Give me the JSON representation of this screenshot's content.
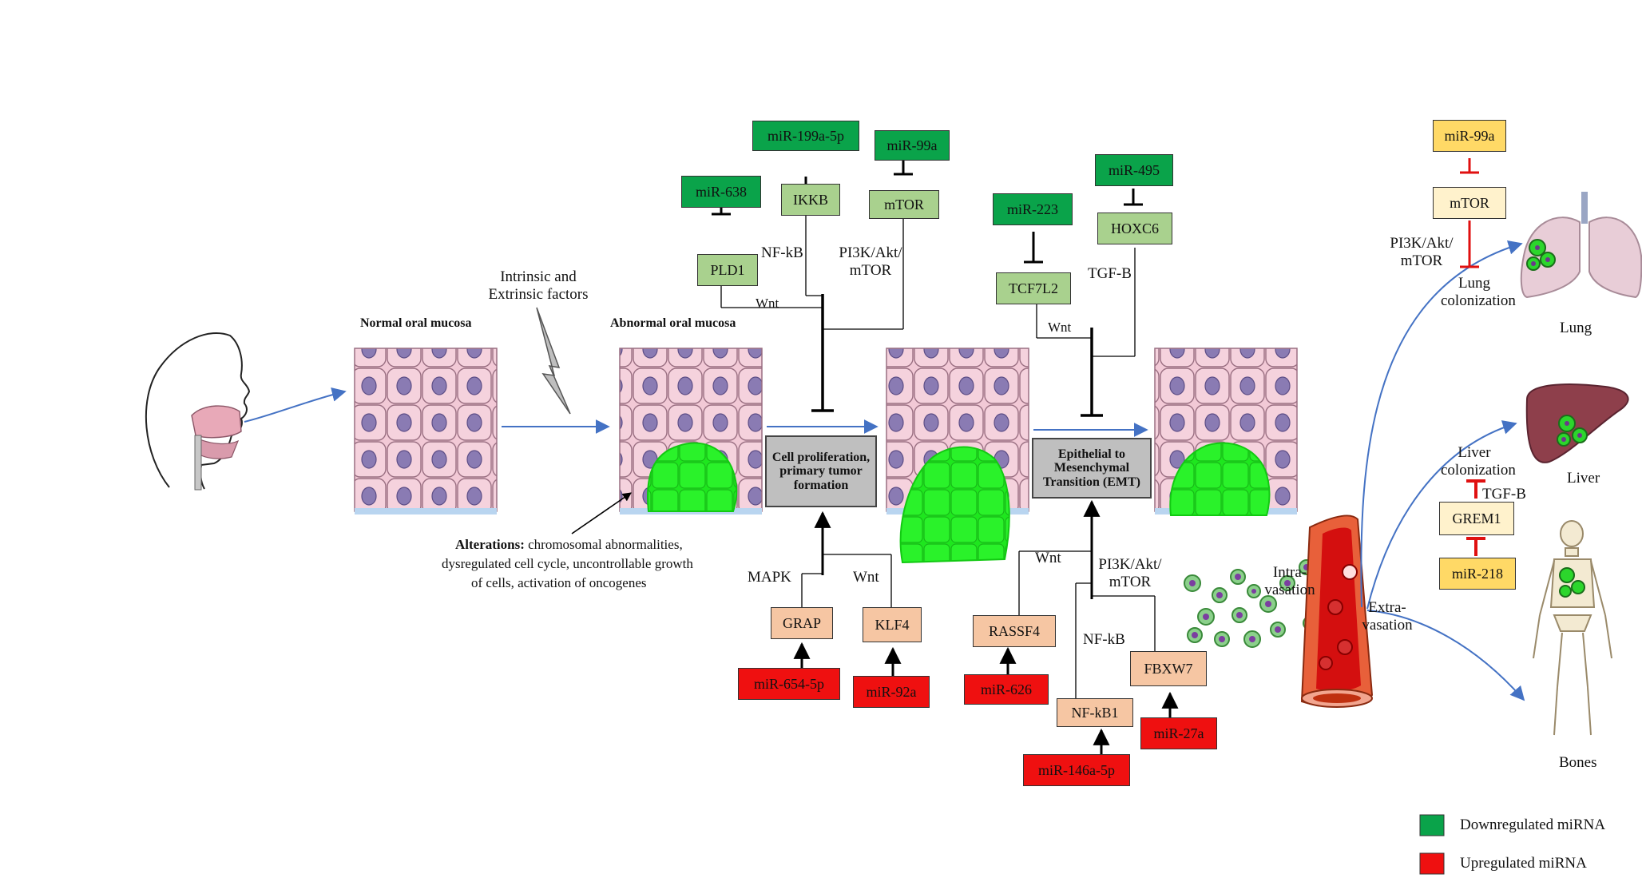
{
  "stages": {
    "normal": "Normal oral mucosa",
    "abnormal": "Abnormal oral mucosa"
  },
  "factors": "Intrinsic and Extrinsic factors",
  "alterations": {
    "heading": "Alterations:",
    "text1": "chromosomal abnormalities,",
    "text2": "dysregulated cell cycle, uncontrollable growth",
    "text3": "of cells, activation of oncogenes"
  },
  "processes": {
    "proliferation": "Cell proliferation, primary tumor formation",
    "emt": "Epithelial to Mesenchymal Transition (EMT)"
  },
  "boxes": {
    "mir638": "miR-638",
    "mir199": "miR-199a-5p",
    "mir99a": "miR-99a",
    "mir223": "miR-223",
    "mir495": "miR-495",
    "pld1": "PLD1",
    "ikkb": "IKKB",
    "mtor": "mTOR",
    "tcf7l2": "TCF7L2",
    "hoxc6": "HOXC6",
    "grap": "GRAP",
    "klf4": "KLF4",
    "rassf4": "RASSF4",
    "fbxw7": "FBXW7",
    "nfkb1": "NF-kB1",
    "mir654": "miR-654-5p",
    "mir92a": "miR-92a",
    "mir626": "miR-626",
    "mir146": "miR-146a-5p",
    "mir27a": "miR-27a",
    "met_mir99a": "miR-99a",
    "met_mtor": "mTOR",
    "met_grem1": "GREM1",
    "met_mir218": "miR-218"
  },
  "pathways": {
    "nfkb_top": "NF-kB",
    "pi3k_top": "PI3K/Akt/ mTOR",
    "wnt_top": "Wnt",
    "wnt_emt_top": "Wnt",
    "tgfb_top": "TGF-B",
    "mapk": "MAPK",
    "wnt_bottom": "Wnt",
    "wnt_rassf4": "Wnt",
    "pi3k_bottom": "PI3K/Akt/ mTOR",
    "nfkb_bottom": "NF-kB",
    "pi3k_lung": "PI3K/Akt/ mTOR",
    "tgfb_liver": "TGF-B"
  },
  "metastasis": {
    "intravasation": "Intra- vasation",
    "extravasation": "Extra- vasation",
    "lung_colonization": "Lung colonization",
    "liver_colonization": "Liver colonization",
    "lung": "Lung",
    "liver": "Liver",
    "bones": "Bones"
  },
  "legend": {
    "down": "Downregulated miRNA",
    "up": "Upregulated miRNA"
  },
  "colors": {
    "down": "#0aa34a",
    "up": "#ef1010",
    "tumor": "#22ee22",
    "cell": "#f2c9d6",
    "nucleus": "#8a7bb3",
    "arrow_blue": "#4472c4",
    "inhibit_red": "#e01010"
  }
}
